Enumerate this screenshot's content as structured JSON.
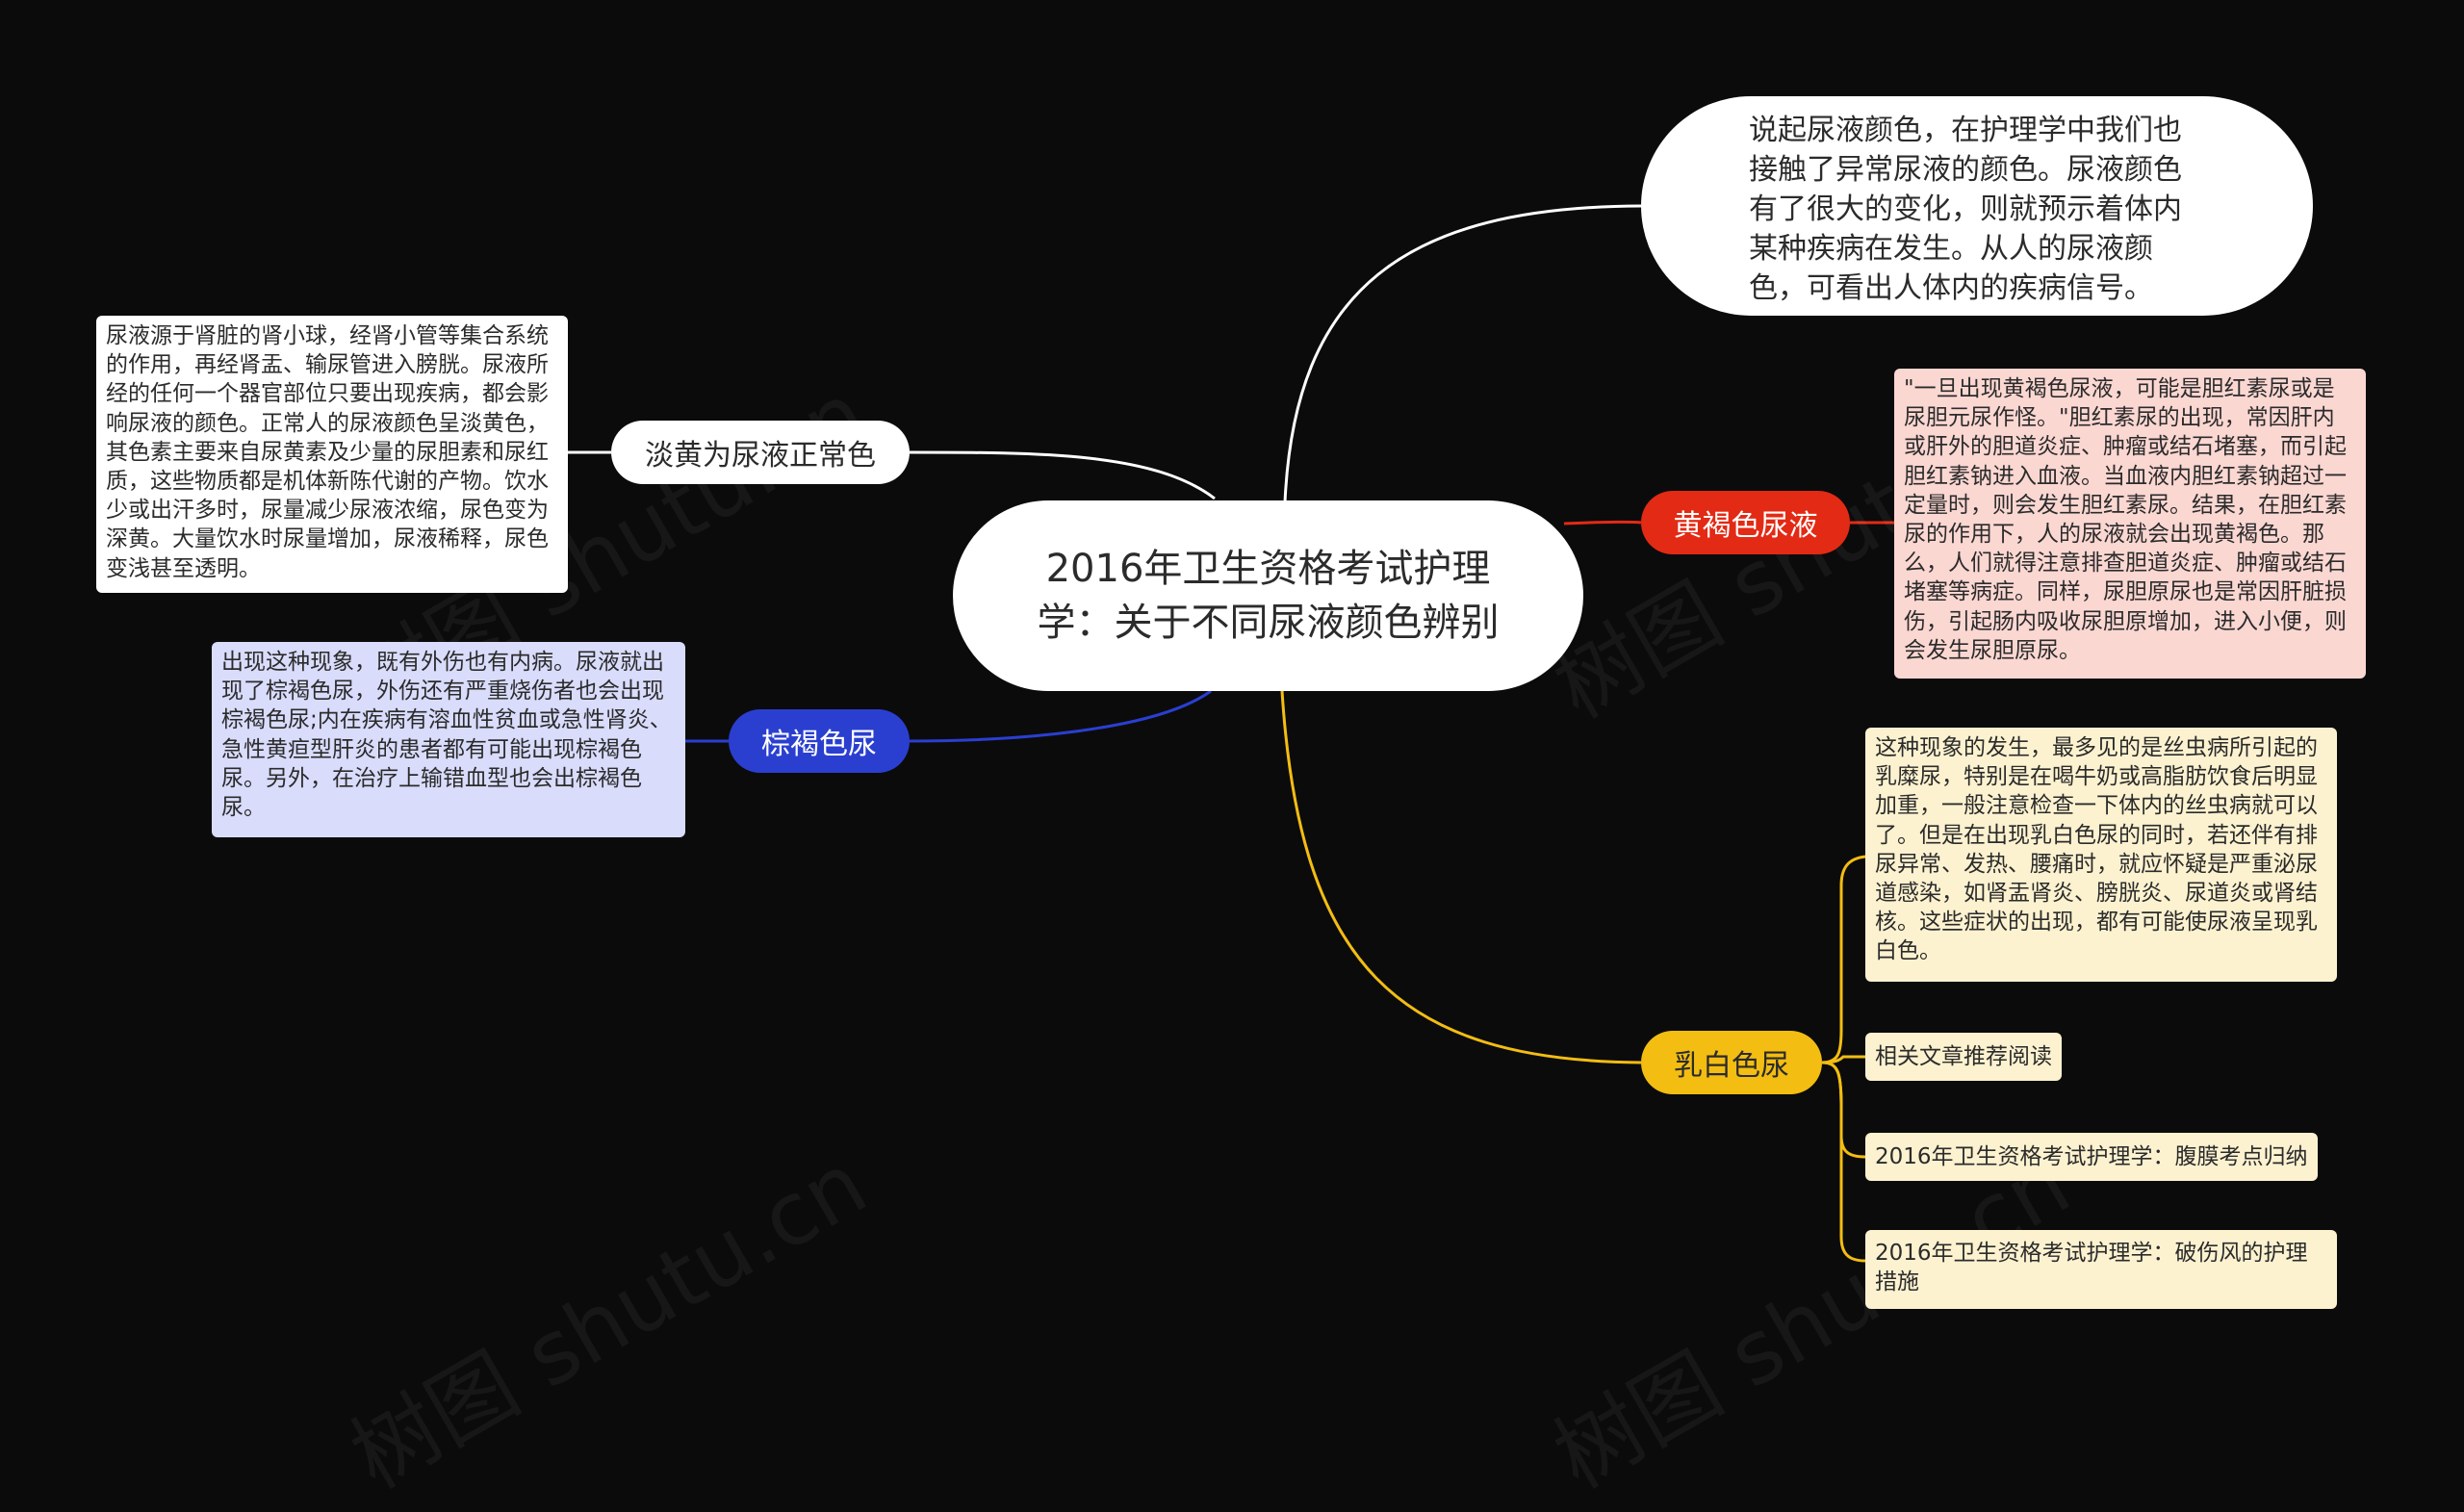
{
  "center": {
    "title": "2016年卫生资格考试护理学：关于不同尿液颜色辨别"
  },
  "intro": {
    "text": "说起尿液颜色，在护理学中我们也接触了异常尿液的颜色。尿液颜色有了很大的变化，则就预示着体内某种疾病在发生。从人的尿液颜色，可看出人体内的疾病信号。"
  },
  "branches": {
    "normal": {
      "label": "淡黄为尿液正常色",
      "note": "尿液源于肾脏的肾小球，经肾小管等集合系统的作用，再经肾盂、输尿管进入膀胱。尿液所经的任何一个器官部位只要出现疾病，都会影响尿液的颜色。正常人的尿液颜色呈淡黄色，其色素主要来自尿黄素及少量的尿胆素和尿红质，这些物质都是机体新陈代谢的产物。饮水少或出汗多时，尿量减少尿液浓缩，尿色变为深黄。大量饮水时尿量增加，尿液稀释，尿色变浅甚至透明。"
    },
    "brown": {
      "label": "棕褐色尿",
      "note": "出现这种现象，既有外伤也有内病。尿液就出现了棕褐色尿，外伤还有严重烧伤者也会出现棕褐色尿;内在疾病有溶血性贫血或急性肾炎、急性黄疸型肝炎的患者都有可能出现棕褐色尿。另外，在治疗上输错血型也会出棕褐色尿。"
    },
    "yellowbrown": {
      "label": "黄褐色尿液",
      "note": "\"一旦出现黄褐色尿液，可能是胆红素尿或是尿胆元尿作怪。\"胆红素尿的出现，常因肝内或肝外的胆道炎症、肿瘤或结石堵塞，而引起胆红素钠进入血液。当血液内胆红素钠超过一定量时，则会发生胆红素尿。结果，在胆红素尿的作用下，人的尿液就会出现黄褐色。那么，人们就得注意排查胆道炎症、肿瘤或结石堵塞等病症。同样，尿胆原尿也是常因肝脏损伤，引起肠内吸收尿胆原增加，进入小便，则会发生尿胆原尿。"
    },
    "milky": {
      "label": "乳白色尿",
      "note": "这种现象的发生，最多见的是丝虫病所引起的乳糜尿，特别是在喝牛奶或高脂肪饮食后明显加重，一般注意检查一下体内的丝虫病就可以了。但是在出现乳白色尿的同时，若还伴有排尿异常、发热、腰痛时，就应怀疑是严重泌尿道感染，如肾盂肾炎、膀胱炎、尿道炎或肾结核。这些症状的出现，都有可能使尿液呈现乳白色。",
      "links": [
        "相关文章推荐阅读",
        "2016年卫生资格考试护理学：腹膜考点归纳",
        "2016年卫生资格考试护理学：破伤风的护理措施"
      ]
    }
  },
  "colors": {
    "background": "#0b0b0c",
    "intro_line": "#ffffff",
    "normal_line": "#ffffff",
    "brown_pill": "#2a3fd0",
    "brown_note": "#d9dcfb",
    "yellowbrown_pill": "#e32a14",
    "yellowbrown_note": "#fbd7d2",
    "milky_pill": "#f3bd12",
    "milky_note": "#fdf2d0"
  },
  "watermarks": [
    "树图 shutu.cn",
    "树图 shutu.cn",
    "树图 shutu.cn",
    "树图 shutu.cn"
  ]
}
